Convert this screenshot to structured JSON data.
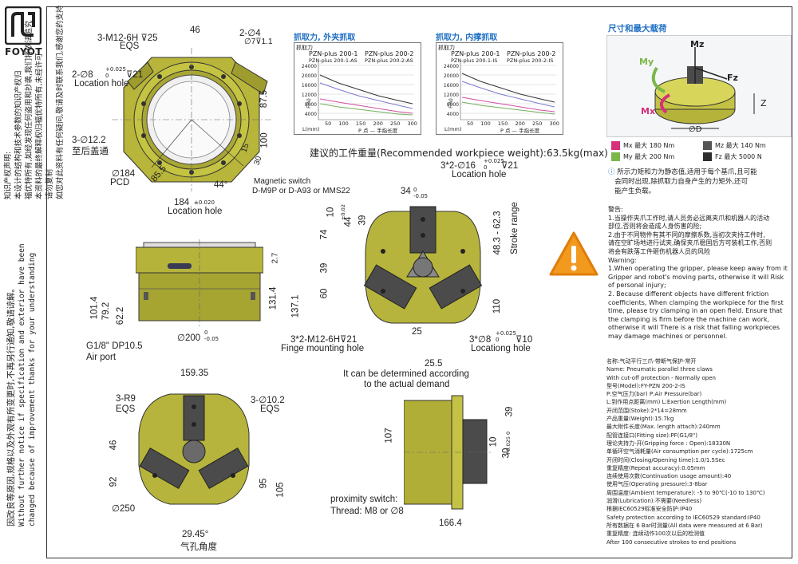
{
  "brand": {
    "logo_text": "FOYOT"
  },
  "side_notes": {
    "cn_title": "知识产权声明:",
    "cn_lines": [
      "本设计的结构和技术参数的知识产权归",
      "福优特所有,如经发现任何盗用和抄袭,我们将依法追究",
      "本资料的最终解释权归福优特所有,未经许可",
      "请勿复制",
      "如您对此资料有任何疑问,敬请及时联系我们,感谢您的支持"
    ],
    "notice_cn": "因改良等原因,规格以及外观有所变更时,不再另行通知,敬请谅解。",
    "notice_en_1": "Without further notice if specification and exterior have been",
    "notice_en_2": "changed because of improvement thanks for your understanding"
  },
  "top_view_dims": {
    "m12": "3-M12-6H",
    "m12_depth": "25",
    "eqs": "EQS",
    "d46": "46",
    "d4": "2-∅4",
    "d4_depth": "7",
    "d4_d2": "1.1",
    "loc_hole_spec": "2-∅8",
    "loc_tol_top": "+0.025",
    "loc_tol_bot": "0",
    "loc_depth": "21",
    "location_hole": "Location hole",
    "d122": "3-∅12.2",
    "d122_cn": "至后盖通",
    "pcd_val": "∅184",
    "pcd": "PCD",
    "d855": "85.5",
    "d44": "44°",
    "d184": "184",
    "d184_tol": "±0.020",
    "location_hole2": "Location hole",
    "d875": "87.5",
    "d100": "100",
    "d15": "15",
    "d30": "30",
    "magnetic_1": "Magnetic switch",
    "magnetic_2": "D-M9P or D-A93 or MMS22"
  },
  "side_view_dims": {
    "d27": "2.7",
    "d1014": "101.4",
    "d792": "79.2",
    "d622": "62.2",
    "d1314": "131.4",
    "d1371": "137.1",
    "d200": "∅200",
    "d200_tol": "0",
    "d200_tol2": "-0.05",
    "g18": "G1/8\" DP10.5",
    "air_port": "Air port"
  },
  "charts": [
    {
      "title": "抓取力, 外夹抓取",
      "ylabel": "抓取力",
      "y_unit": "F(N)",
      "x_unit": "L(mm)",
      "x_note": "P 点 — 手指长度",
      "legend": [
        "PZN-plus 200-1",
        "PZN-plus 200-2",
        "PZN-plus 200-1-AS",
        "PZN-plus 200-2-AS"
      ],
      "yticks": [
        "24000",
        "20000",
        "16000",
        "12000",
        "8000",
        "4000"
      ],
      "xticks": [
        "50",
        "100",
        "150",
        "200",
        "250",
        "300"
      ]
    },
    {
      "title": "抓取力, 内撑抓取",
      "ylabel": "抓取力",
      "y_unit": "F(N)",
      "x_unit": "L(mm)",
      "x_note": "P 点 — 手指长度",
      "legend": [
        "PZN-plus 200-1",
        "PZN-plus 200-2",
        "PZN-plus 200-1-IS",
        "PZN-plus 200-2-IS"
      ],
      "yticks": [
        "24000",
        "20000",
        "16000",
        "12000",
        "8000",
        "4000"
      ],
      "xticks": [
        "50",
        "100",
        "150",
        "200",
        "250",
        "300"
      ]
    }
  ],
  "recommended": "建议的工件重量(Recommended workpiece weight):63.5kg(max)",
  "front_view_dims": {
    "d16": "3*2-∅16",
    "d16_tol_top": "+0.025",
    "d16_tol_bot": "0",
    "d16_depth": "21",
    "location_hole": "Location hole",
    "d34": "34",
    "d34_tol": "0",
    "d34_tol2": "-0.05",
    "d10": "10",
    "d10_tol": "±0.02",
    "d39a": "39",
    "d44": "44",
    "d74": "74",
    "d483": "48.3 - 62.3",
    "stroke": "Stroke range",
    "d39b": "39",
    "d60": "60",
    "d110": "110",
    "d25": "25",
    "m12": "3*2-M12-6H",
    "m12_depth": "21",
    "finge": "Finge mounting hole",
    "d8": "3*∅8",
    "d8_tol_top": "+0.025",
    "d8_tol_bot": "0",
    "d8_depth": "10",
    "locating": "Locationg hole"
  },
  "bottom_view_dims": {
    "d15935": "159.35",
    "r9": "3-R9",
    "eqs1": "EQS",
    "d102": "3-∅10.2",
    "eqs2": "EQS",
    "d46": "46",
    "d92": "92",
    "d95": "95",
    "d105": "105",
    "d250": "∅250",
    "d2945": "29.45°",
    "air_angle": "气孔角度"
  },
  "side2_dims": {
    "d255": "25.5",
    "actual_1": "It can be determined according",
    "actual_2": "to the actual demand",
    "d107": "107",
    "d39": "39",
    "d10": "10",
    "d10_tol": "+0.025",
    "d10_tol2": "0",
    "d30": "30",
    "d1664": "166.4",
    "prox1": "proximity switch:",
    "prox2": "Thread: M8 or ∅8"
  },
  "load_panel": {
    "title": "尺寸和最大载荷",
    "labels": {
      "mz": "Mz",
      "my": "My",
      "mx": "Mx",
      "fz": "Fz",
      "z": "Z",
      "d": "∅D"
    },
    "legend": [
      {
        "text": "Mx  最大  180 Nm",
        "color": "#d6317a"
      },
      {
        "text": "Mz  最大  140 Nm",
        "color": "#555555"
      },
      {
        "text": "My  最大  200 Nm",
        "color": "#7ab648"
      },
      {
        "text": "Fz  最大  5000 N",
        "color": "#2e2e2e"
      }
    ],
    "note_1": "所示力矩和力为静态值,适用于每个基爪,且可能",
    "note_2": "会同时出现,除抓取力自身产生的力矩外,还可",
    "note_3": "能产生负载。"
  },
  "warning": {
    "title": "警告:",
    "cn_1": "1.当操作夹爪工作时,请人员务必远离夹爪和机器人的活动",
    "cn_1b": "部位,否则将会造成人身伤害的险;",
    "cn_2": "2.由于不同物件有其不同的摩擦系数,当初次夹持工件时,",
    "cn_2b": "请在空旷场地进行试夹,确保夹爪稳固后方可装机工作,否则",
    "cn_2c": "将会有跌落工件砸伤机器人员的风险",
    "en_title": "Warning:",
    "en_1": "1.When operating the gripper, please keep away from it",
    "en_1b": "Gripper and robot's moving parts, otherwise it will Risk",
    "en_1c": "of personal injury;",
    "en_2": "2. Because different objects have different friction",
    "en_2b": "coefficients, When clamping the workpiece for the first",
    "en_2c": "time, please try clamping in an open field. Ensure that",
    "en_2d": "the clamping is firm before the machine can work,",
    "en_2e": "otherwise it will There is a risk that falling workpieces",
    "en_2f": "may damage machines or personnel."
  },
  "specs": [
    "名称:气动平行三爪-带断气保护-常开",
    "Name: Pneumatic parallel three claws",
    "        With cut-off protection - Normally open",
    "型号(Model):FY-PZN 200-2-IS",
    "P:空气压力(bar) P:Air Pressure(bar)",
    "L:到作用点距离(mm) L:Exertion Length(mm)",
    "开闭范围(Stoke):2*14=28mm",
    "产品重量(Weight):15.7kg",
    "最大附件长度(Max. length attach):240mm",
    "配管连接口(Fitting size):PF(G1/8\")",
    "理论夹持力-开(Gripping force : Open):18330N",
    "单循环空气消耗量(Air consumption per cycle):1725cm",
    "开闭时间(Closing/Opening time):1.0/1.5Sec",
    "重复精度(Repeat accuracy):0.05mm",
    "连续使用次数(Continuation usage amount):40",
    "使用气压(Operating pressure):3-8bar",
    "周围温度(Ambient temperature): -5 to 90℃(-10 to 130℃)",
    "润滑(Lubrication):不需要(Needless)",
    "根据IEC60529标准安全防护:IP40",
    "Safety protection according to IEC60529 standard:IP40",
    "所有数据在 6 Bar时测量(All data were measured at 6 Bar)",
    "重复精度: 连续动作100次以后的检测值",
    "After 100 consecutive strokes to end positions"
  ]
}
